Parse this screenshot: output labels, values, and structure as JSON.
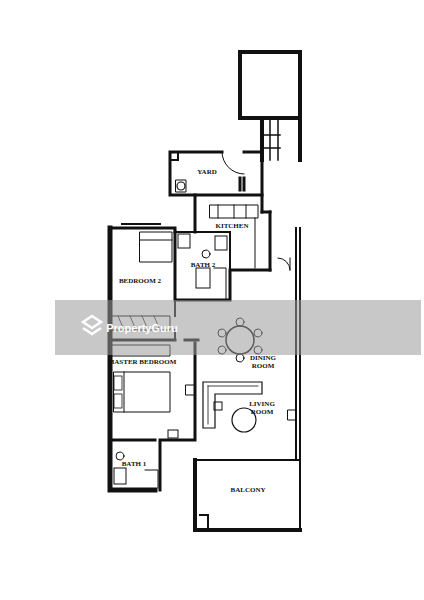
{
  "diagram": {
    "labels": [
      "YARD",
      "KITCHEN",
      "BATH 2",
      "BEDROOM 2",
      "MASTER BEDROOM",
      "DINING ROOM",
      "LIVING ROOM",
      "BATH 1",
      "BALCONY",
      "PropertyGuru"
    ]
  }
}
